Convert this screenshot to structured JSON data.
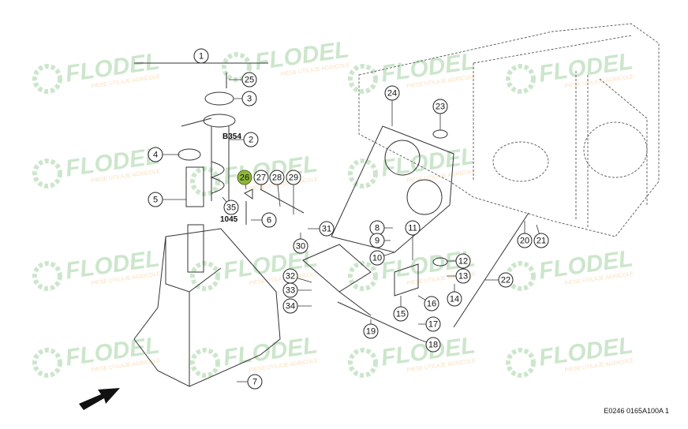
{
  "watermark": {
    "brand": "FLODEL",
    "tagline": "PIESE UTILAJE AGRICOLE",
    "color": "#8fc98f",
    "accent": "#f2b56b"
  },
  "reference_code": "E0246 0165A100A 1",
  "highlight_color": "#8fb83a",
  "labels": {
    "b354": "B354",
    "l1045": "1045"
  },
  "callouts": [
    {
      "n": "1",
      "highlighted": false
    },
    {
      "n": "25",
      "highlighted": false
    },
    {
      "n": "3",
      "highlighted": false
    },
    {
      "n": "2",
      "highlighted": false
    },
    {
      "n": "4",
      "highlighted": false
    },
    {
      "n": "5",
      "highlighted": false
    },
    {
      "n": "26",
      "highlighted": true
    },
    {
      "n": "27",
      "highlighted": false
    },
    {
      "n": "28",
      "highlighted": false
    },
    {
      "n": "29",
      "highlighted": false
    },
    {
      "n": "35",
      "highlighted": false
    },
    {
      "n": "6",
      "highlighted": false
    },
    {
      "n": "31",
      "highlighted": false
    },
    {
      "n": "30",
      "highlighted": false
    },
    {
      "n": "24",
      "highlighted": false
    },
    {
      "n": "23",
      "highlighted": false
    },
    {
      "n": "8",
      "highlighted": false
    },
    {
      "n": "9",
      "highlighted": false
    },
    {
      "n": "11",
      "highlighted": false
    },
    {
      "n": "10",
      "highlighted": false
    },
    {
      "n": "12",
      "highlighted": false
    },
    {
      "n": "13",
      "highlighted": false
    },
    {
      "n": "14",
      "highlighted": false
    },
    {
      "n": "32",
      "highlighted": false
    },
    {
      "n": "33",
      "highlighted": false
    },
    {
      "n": "34",
      "highlighted": false
    },
    {
      "n": "16",
      "highlighted": false
    },
    {
      "n": "15",
      "highlighted": false
    },
    {
      "n": "17",
      "highlighted": false
    },
    {
      "n": "19",
      "highlighted": false
    },
    {
      "n": "18",
      "highlighted": false
    },
    {
      "n": "7",
      "highlighted": false
    },
    {
      "n": "20",
      "highlighted": false
    },
    {
      "n": "21",
      "highlighted": false
    },
    {
      "n": "22",
      "highlighted": false
    }
  ]
}
